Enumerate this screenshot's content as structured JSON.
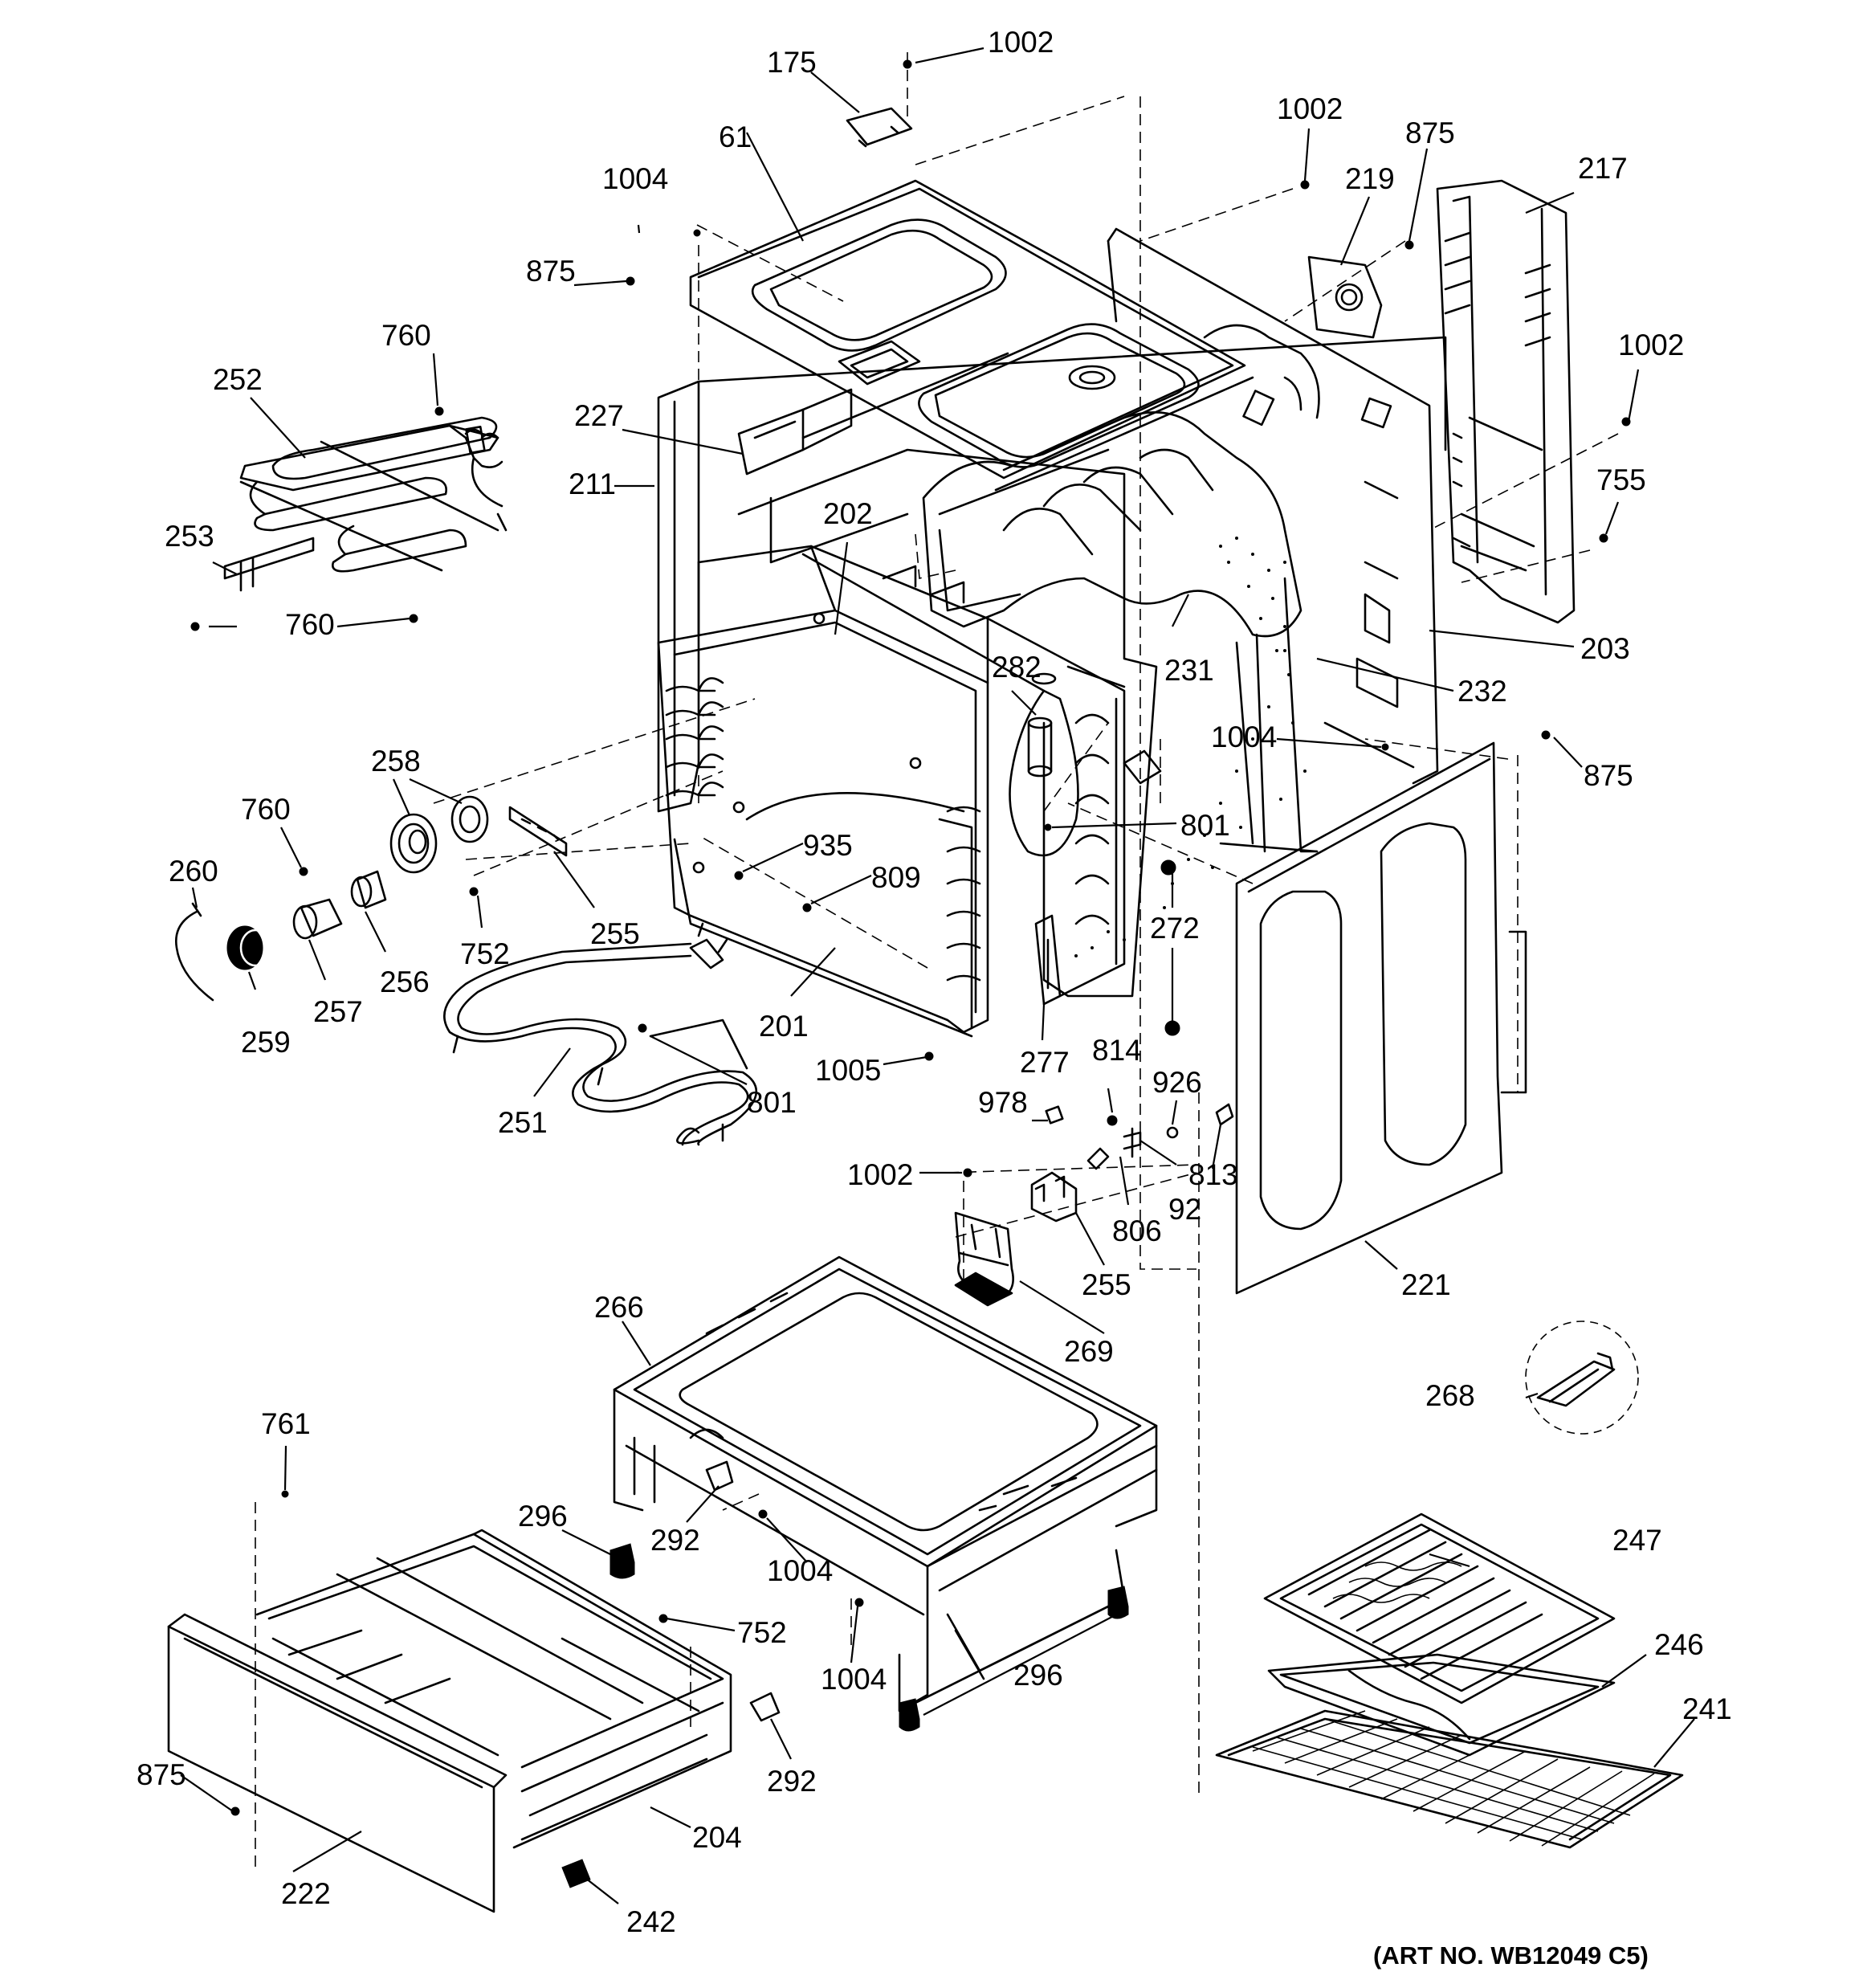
{
  "diagram": {
    "art_number": "(ART NO. WB12049 C5)",
    "callouts": [
      {
        "id": "c-1002-top",
        "text": "1002",
        "part": "screw"
      },
      {
        "id": "c-175",
        "text": "175",
        "part": "cover"
      },
      {
        "id": "c-61",
        "text": "61",
        "part": "top-panel"
      },
      {
        "id": "c-1004-top",
        "text": "1004",
        "part": "screw"
      },
      {
        "id": "c-875-left",
        "text": "875",
        "part": "screw"
      },
      {
        "id": "c-760-top",
        "text": "760",
        "part": "screw"
      },
      {
        "id": "c-252",
        "text": "252",
        "part": "broil-element"
      },
      {
        "id": "c-227",
        "text": "227",
        "part": "insulation"
      },
      {
        "id": "c-211",
        "text": "211",
        "part": "side-panel"
      },
      {
        "id": "c-253",
        "text": "253",
        "part": "bracket"
      },
      {
        "id": "c-760-mid",
        "text": "760",
        "part": "screw"
      },
      {
        "id": "c-202",
        "text": "202",
        "part": "oven-liner-top"
      },
      {
        "id": "c-1002-tr",
        "text": "1002",
        "part": "screw"
      },
      {
        "id": "c-875-tr",
        "text": "875",
        "part": "screw"
      },
      {
        "id": "c-219",
        "text": "219",
        "part": "back-cover"
      },
      {
        "id": "c-217",
        "text": "217",
        "part": "rear-panel"
      },
      {
        "id": "c-1002-r",
        "text": "1002",
        "part": "screw"
      },
      {
        "id": "c-755",
        "text": "755",
        "part": "screw"
      },
      {
        "id": "c-203",
        "text": "203",
        "part": "back-panel"
      },
      {
        "id": "c-231",
        "text": "231",
        "part": "insulation"
      },
      {
        "id": "c-232",
        "text": "232",
        "part": "insulation"
      },
      {
        "id": "c-282",
        "text": "282",
        "part": "sensor"
      },
      {
        "id": "c-1004-mid",
        "text": "1004",
        "part": "screw"
      },
      {
        "id": "c-875-r",
        "text": "875",
        "part": "screw"
      },
      {
        "id": "c-801-top",
        "text": "801",
        "part": "bake-terminal"
      },
      {
        "id": "c-258",
        "text": "258",
        "part": "light-lens"
      },
      {
        "id": "c-760-low",
        "text": "760",
        "part": "screw"
      },
      {
        "id": "c-260",
        "text": "260",
        "part": "wire-clip"
      },
      {
        "id": "c-259",
        "text": "259",
        "part": "light-cover"
      },
      {
        "id": "c-257",
        "text": "257",
        "part": "light-socket"
      },
      {
        "id": "c-256",
        "text": "256",
        "part": "light-receptacle"
      },
      {
        "id": "c-752-top",
        "text": "752",
        "part": "screw"
      },
      {
        "id": "c-255-top",
        "text": "255",
        "part": "bracket"
      },
      {
        "id": "c-935",
        "text": "935",
        "part": "screw"
      },
      {
        "id": "c-809",
        "text": "809",
        "part": "screw"
      },
      {
        "id": "c-201",
        "text": "201",
        "part": "oven-liner"
      },
      {
        "id": "c-272",
        "text": "272",
        "part": "bumper"
      },
      {
        "id": "c-277",
        "text": "277",
        "part": "hinge-receiver"
      },
      {
        "id": "c-1005",
        "text": "1005",
        "part": "screw"
      },
      {
        "id": "c-251",
        "text": "251",
        "part": "bake-element"
      },
      {
        "id": "c-801-low",
        "text": "801",
        "part": "screw"
      },
      {
        "id": "c-814",
        "text": "814",
        "part": "nut"
      },
      {
        "id": "c-926",
        "text": "926",
        "part": "washer"
      },
      {
        "id": "c-978",
        "text": "978",
        "part": "block"
      },
      {
        "id": "c-1002-low",
        "text": "1002",
        "part": "screw"
      },
      {
        "id": "c-813",
        "text": "813",
        "part": "screw"
      },
      {
        "id": "c-806",
        "text": "806",
        "part": "bracket"
      },
      {
        "id": "c-92",
        "text": "92",
        "part": "wire"
      },
      {
        "id": "c-255-low",
        "text": "255",
        "part": "terminal-block"
      },
      {
        "id": "c-221",
        "text": "221",
        "part": "side-panel"
      },
      {
        "id": "c-269",
        "text": "269",
        "part": "bracket"
      },
      {
        "id": "c-266",
        "text": "266",
        "part": "drawer-support"
      },
      {
        "id": "c-268",
        "text": "268",
        "part": "clip"
      },
      {
        "id": "c-761",
        "text": "761",
        "part": "screw"
      },
      {
        "id": "c-296-left",
        "text": "296",
        "part": "leveling-leg"
      },
      {
        "id": "c-292-top",
        "text": "292",
        "part": "glide"
      },
      {
        "id": "c-1004-low",
        "text": "1004",
        "part": "screw"
      },
      {
        "id": "c-752-low",
        "text": "752",
        "part": "screw"
      },
      {
        "id": "c-1004-bot",
        "text": "1004",
        "part": "screw"
      },
      {
        "id": "c-296-right",
        "text": "296",
        "part": "leveling-leg"
      },
      {
        "id": "c-247",
        "text": "247",
        "part": "broiler-grid"
      },
      {
        "id": "c-246",
        "text": "246",
        "part": "broiler-pan"
      },
      {
        "id": "c-241",
        "text": "241",
        "part": "oven-rack"
      },
      {
        "id": "c-292-low",
        "text": "292",
        "part": "glide"
      },
      {
        "id": "c-875-low",
        "text": "875",
        "part": "screw"
      },
      {
        "id": "c-204",
        "text": "204",
        "part": "drawer"
      },
      {
        "id": "c-222",
        "text": "222",
        "part": "drawer-front"
      },
      {
        "id": "c-242",
        "text": "242",
        "part": "glide"
      }
    ]
  }
}
